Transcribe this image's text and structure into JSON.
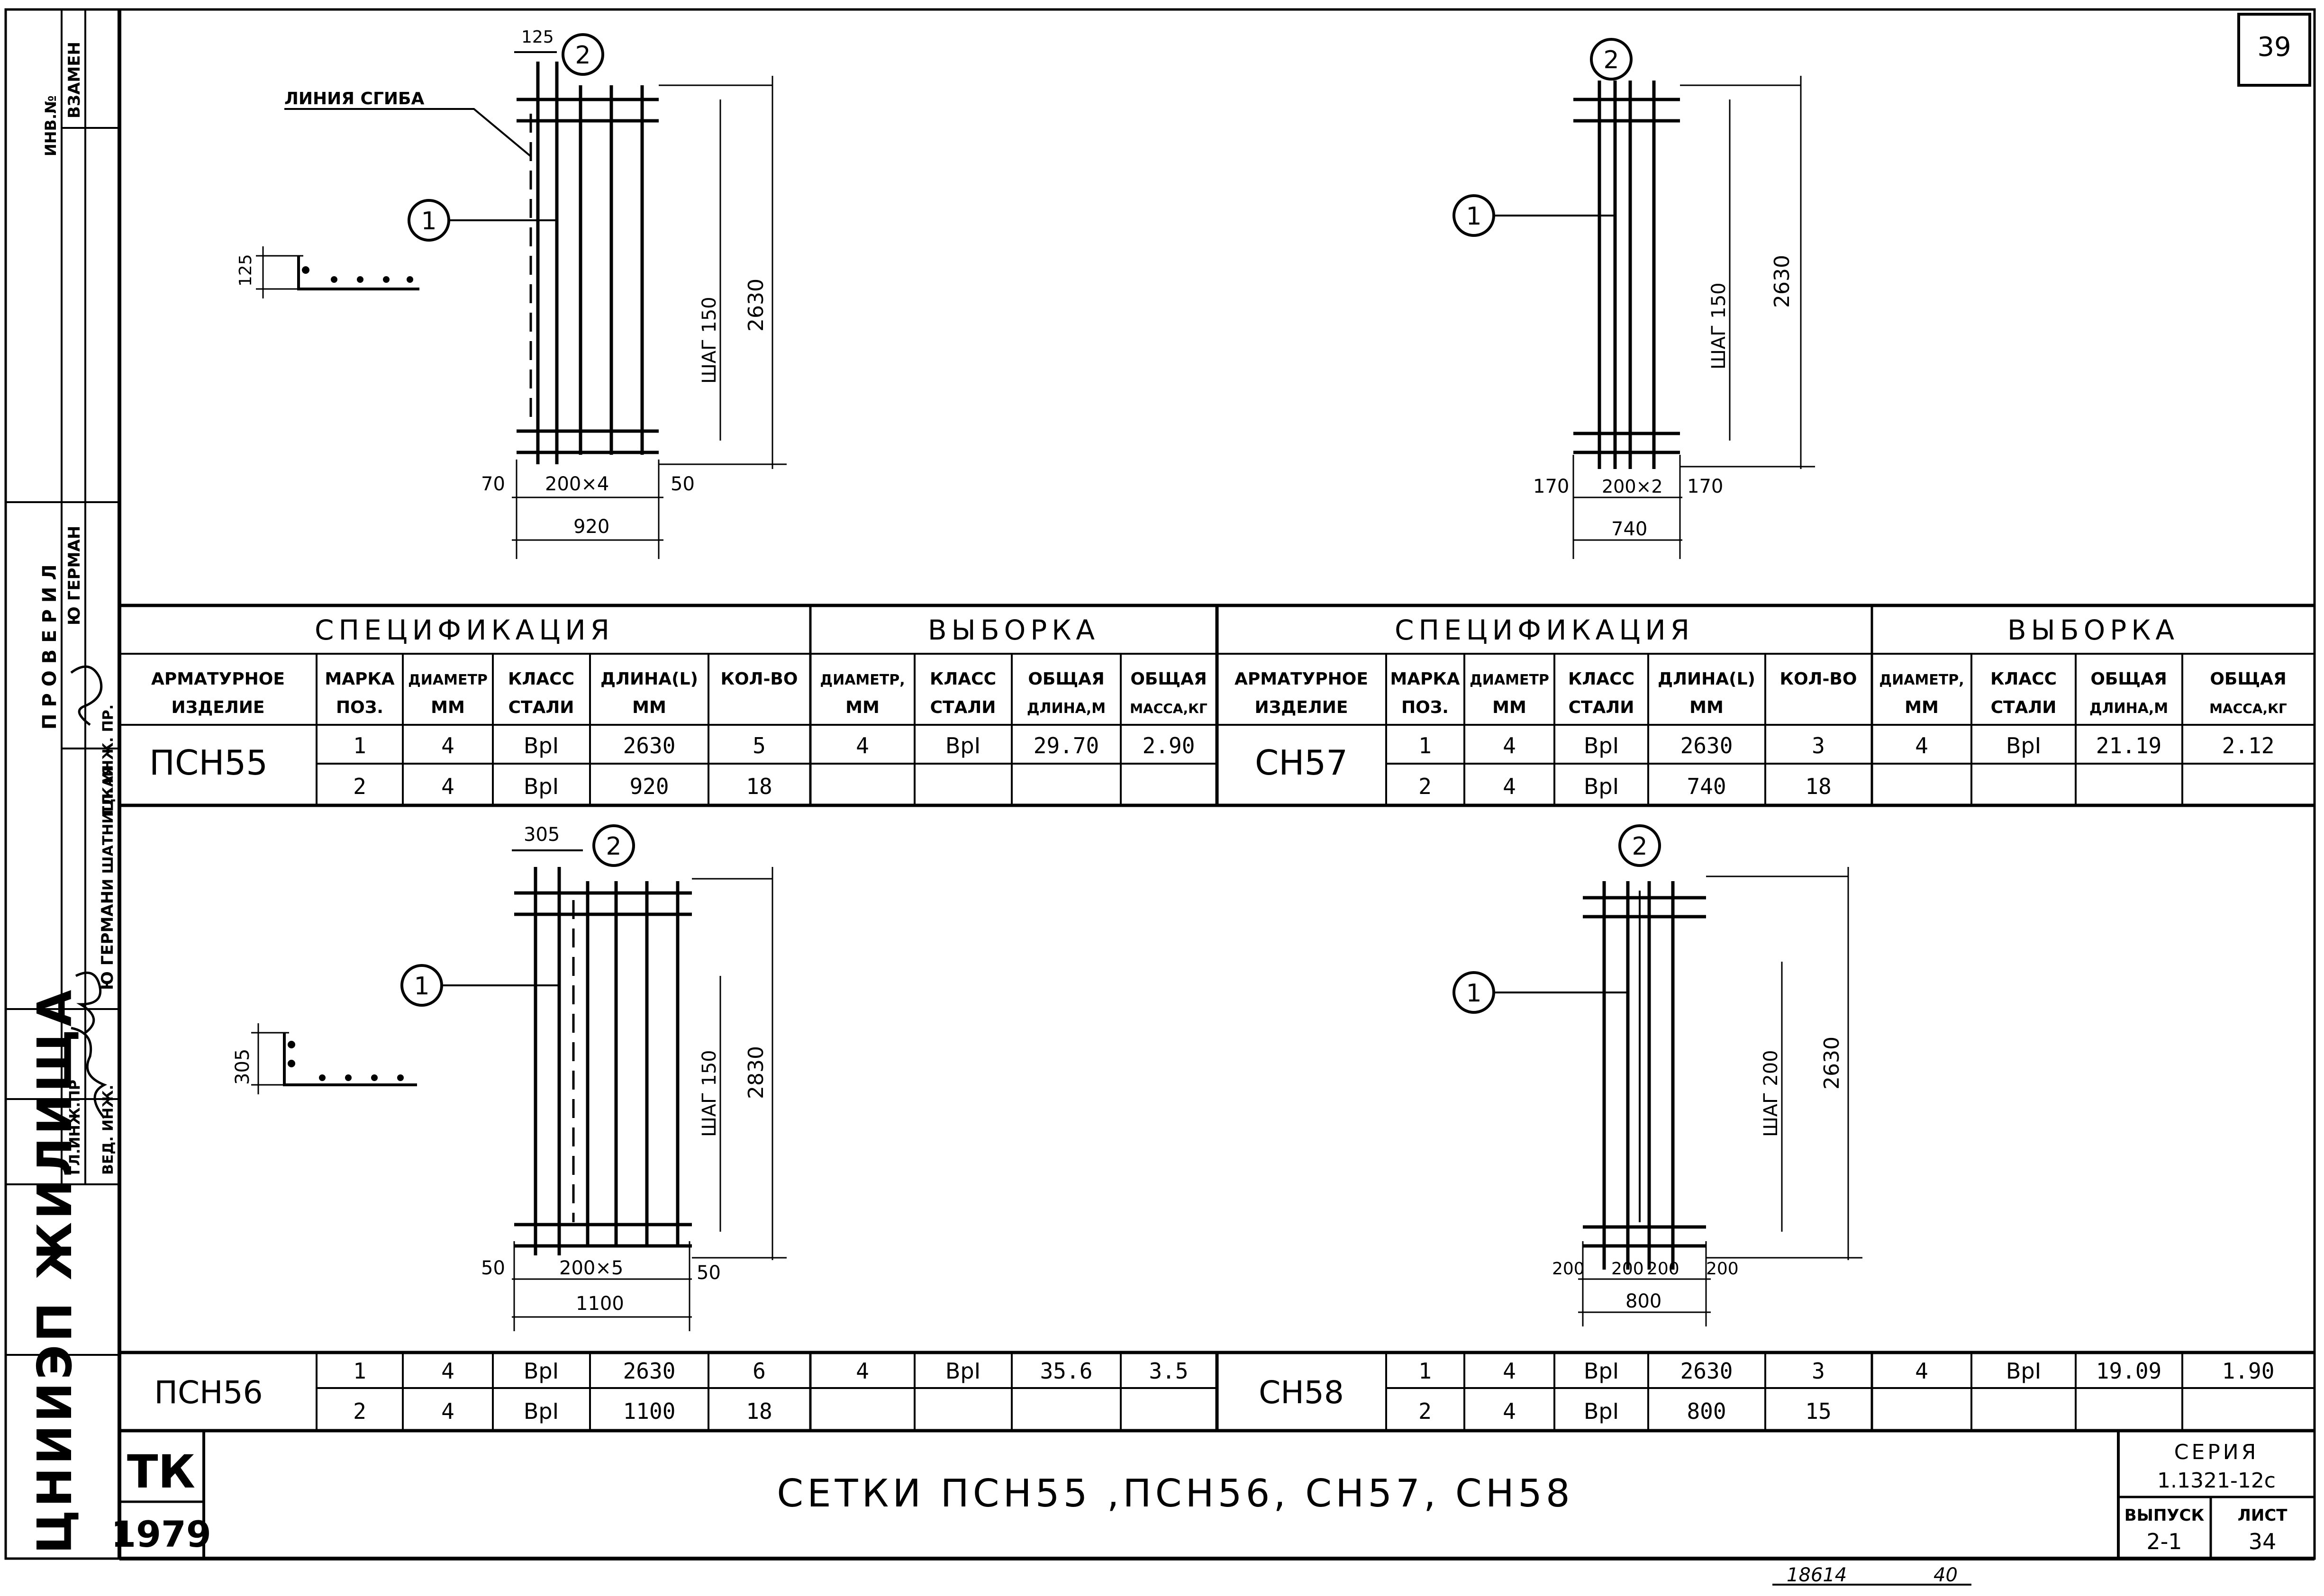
{
  "sheet": {
    "page_number": "39",
    "title": "СЕТКИ  ПСН55 ,ПСН56, СН57, СН58",
    "series_label": "СЕРИЯ",
    "series_value": "1.1321-12с",
    "issue_label": "ВЫПУСК",
    "issue_value": "2-1",
    "sheet_label": "ЛИСТ",
    "sheet_value": "34",
    "org_tk": "ТК",
    "org_year": "1979",
    "org_name": "ЦНИИЭП ЖИЛИЩА",
    "bottom_note_left": "18614",
    "bottom_note_right": "40"
  },
  "stamp": {
    "vzamen": "ВЗАМЕН",
    "inv_no": "ИНВ.№",
    "proveril": "ПРОВЕРИЛ",
    "german_top": "Ю ГЕРМАН",
    "gl_inzh_pr_top": "ГЛ. ИНЖ. ПР.",
    "german": "Ю ГЕРМАН",
    "shatnitskaya": "И ШАТНИЦКАЯ",
    "gl_inzh_pr": "ГЛ.ИНЖ.ПР",
    "ved_inzh": "ВЕД. ИНЖ."
  },
  "drawings": {
    "bend_line_label": "ЛИНИЯ СГИБА",
    "pos1": "1",
    "pos2": "2",
    "psn55": {
      "top_dim": "125",
      "side_dim": "125",
      "step": "ШАГ 150",
      "height": "2630",
      "left_off": "70",
      "spacing": "200×4",
      "right_off": "50",
      "width": "920"
    },
    "sn57": {
      "step": "ШАГ 150",
      "height": "2630",
      "left_off": "170",
      "spacing": "200×2",
      "right_off": "170",
      "width": "740"
    },
    "psn56": {
      "top_dim": "305",
      "side_dim": "305",
      "step": "ШАГ 150",
      "height": "2830",
      "left_off": "50",
      "spacing": "200×5",
      "right_off": "50",
      "width": "1100"
    },
    "sn58": {
      "step": "ШАГ 200",
      "height": "2630",
      "off_a": "200",
      "off_b": "200",
      "off_c": "200",
      "off_d": "200",
      "width": "800"
    }
  },
  "table": {
    "spec_title": "СПЕЦИФИКАЦИЯ",
    "vyborka_title": "ВЫБОРКА",
    "headers": {
      "item": [
        "АРМАТУРНОЕ",
        "ИЗДЕЛИЕ"
      ],
      "mark": [
        "МАРКА",
        "ПОЗ."
      ],
      "diam": [
        "ДИАМЕТР",
        "ММ"
      ],
      "cls": [
        "КЛАСС",
        "СТАЛИ"
      ],
      "len": [
        "ДЛИНА(L)",
        "ММ"
      ],
      "qty": [
        "КОЛ-ВО",
        ""
      ],
      "v_diam": [
        "ДИАМЕТР,",
        "ММ"
      ],
      "v_cls": [
        "КЛАСС",
        "СТАЛИ"
      ],
      "v_len": [
        "ОБЩАЯ",
        "ДЛИНА,М"
      ],
      "v_mass": [
        "ОБЩАЯ",
        "МАССА,КГ"
      ]
    },
    "groups": [
      {
        "name": "ПСН55",
        "rows": [
          {
            "pos": "1",
            "diam": "4",
            "cls": "ВрI",
            "len": "2630",
            "qty": "5"
          },
          {
            "pos": "2",
            "diam": "4",
            "cls": "ВрI",
            "len": "920",
            "qty": "18"
          }
        ],
        "v_diam": "4",
        "v_cls": "ВрI",
        "v_len": "29.70",
        "v_mass": "2.90"
      },
      {
        "name": "СН57",
        "rows": [
          {
            "pos": "1",
            "diam": "4",
            "cls": "ВрI",
            "len": "2630",
            "qty": "3"
          },
          {
            "pos": "2",
            "diam": "4",
            "cls": "ВрI",
            "len": "740",
            "qty": "18"
          }
        ],
        "v_diam": "4",
        "v_cls": "ВрI",
        "v_len": "21.19",
        "v_mass": "2.12"
      },
      {
        "name": "ПСН56",
        "rows": [
          {
            "pos": "1",
            "diam": "4",
            "cls": "ВрI",
            "len": "2630",
            "qty": "6"
          },
          {
            "pos": "2",
            "diam": "4",
            "cls": "ВрI",
            "len": "1100",
            "qty": "18"
          }
        ],
        "v_diam": "4",
        "v_cls": "ВрI",
        "v_len": "35.6",
        "v_mass": "3.5"
      },
      {
        "name": "СН58",
        "rows": [
          {
            "pos": "1",
            "diam": "4",
            "cls": "ВрI",
            "len": "2630",
            "qty": "3"
          },
          {
            "pos": "2",
            "diam": "4",
            "cls": "ВрI",
            "len": "800",
            "qty": "15"
          }
        ],
        "v_diam": "4",
        "v_cls": "ВрI",
        "v_len": "19.09",
        "v_mass": "1.90"
      }
    ]
  }
}
